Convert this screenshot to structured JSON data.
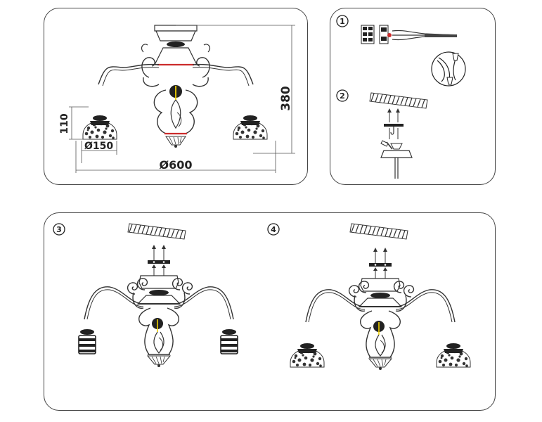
{
  "panels": {
    "dimensions": {
      "height_label": "380",
      "shade_height_label": "110",
      "shade_diameter_label": "Ø150",
      "overall_diameter_label": "Ø600"
    },
    "steps": {
      "step1": "1",
      "step2": "2",
      "step3": "3",
      "step4": "4"
    }
  },
  "colors": {
    "line": "#3a3a3a",
    "accent_red": "#cc2b2b",
    "accent_yellow": "#f0d000",
    "frame": "#444444"
  }
}
